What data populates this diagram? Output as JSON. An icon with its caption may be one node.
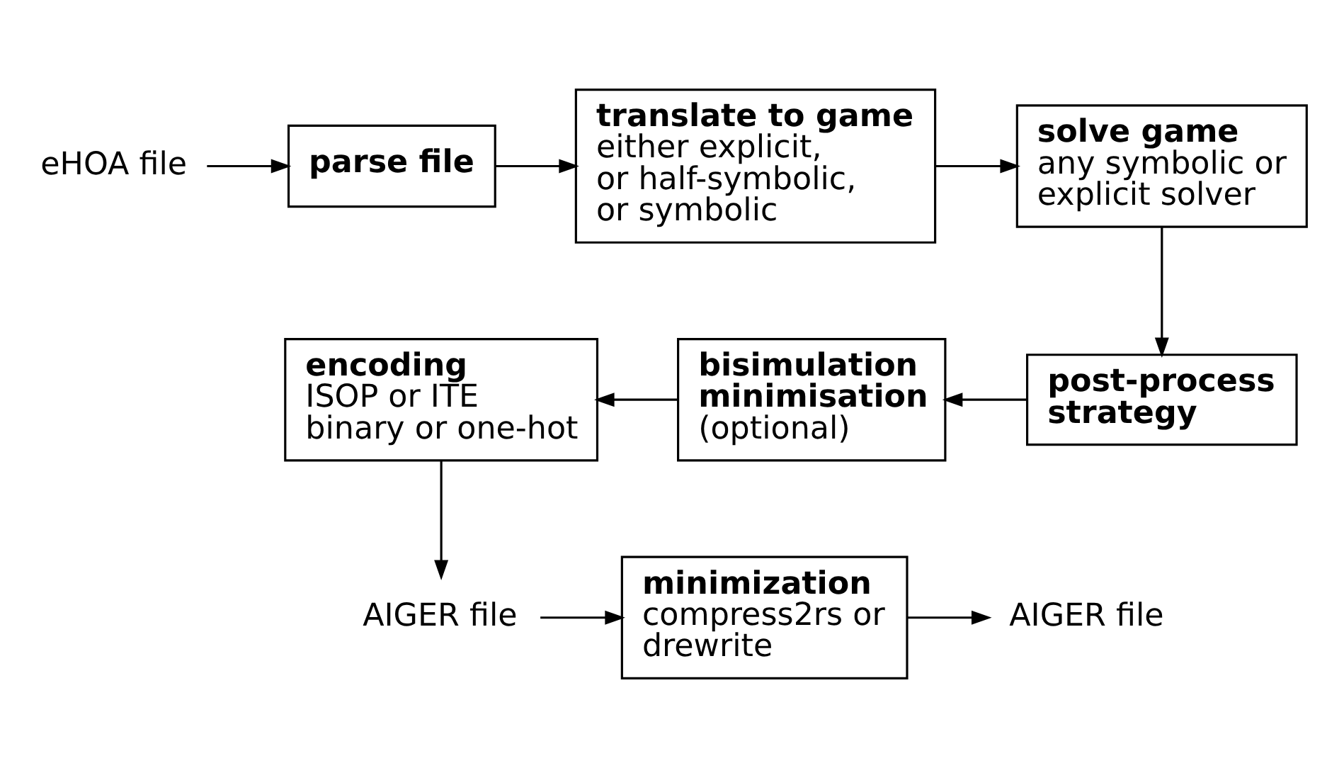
{
  "diagram": {
    "nodes": [
      {
        "text": [
          "eHOA file"
        ]
      },
      {
        "text": [
          "parse file"
        ]
      },
      {
        "text": [
          "translate to game",
          "either explicit, or half-symbolic, or symbolic"
        ]
      },
      {
        "text": [
          "solve game",
          "any symbolic or explicit solver"
        ]
      },
      {
        "text": [
          "post-process strategy"
        ]
      },
      {
        "text": [
          "bisimulation minimisation",
          "(optional)"
        ]
      },
      {
        "text": [
          "encoding",
          "ISOP or ITE",
          "binary or one-hot"
        ]
      },
      {
        "text": [
          "AIGER file"
        ]
      },
      {
        "text": [
          "minimization",
          "compress2rs or drewrite"
        ]
      },
      {
        "text": [
          "AIGER file"
        ]
      }
    ],
    "edges": [
      {
        "from": 0,
        "to": 1,
        "arrow": "to"
      },
      {
        "from": 1,
        "to": 2,
        "arrow": "to"
      },
      {
        "from": 2,
        "to": 3,
        "arrow": "to"
      },
      {
        "from": 3,
        "to": 4,
        "arrow": "to"
      },
      {
        "from": 4,
        "to": 5,
        "arrow": "to"
      },
      {
        "from": 5,
        "to": 6,
        "arrow": "to"
      },
      {
        "from": 6,
        "to": 7,
        "arrow": "to"
      },
      {
        "from": 7,
        "to": 8,
        "arrow": "to"
      },
      {
        "from": 8,
        "to": 9,
        "arrow": "to"
      }
    ]
  }
}
